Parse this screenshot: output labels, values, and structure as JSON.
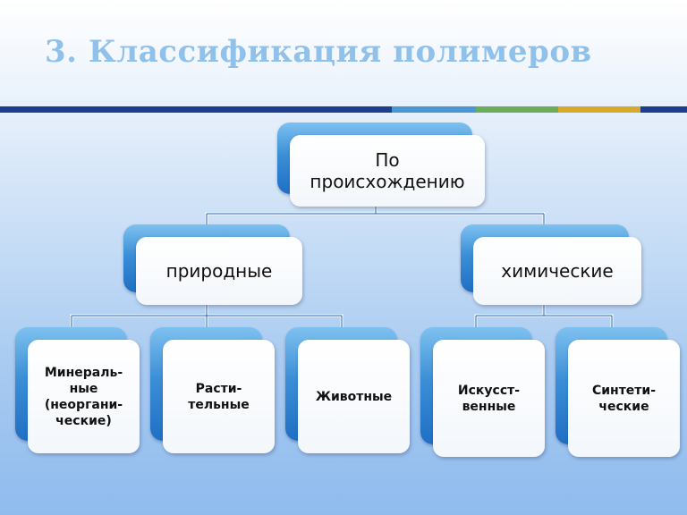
{
  "title": "3. Классификация полимеров",
  "colors": {
    "title": "#8fc1ea",
    "accent_navy": "#1b3f8c",
    "accent_blue": "#4a96d2",
    "accent_green": "#6aae5a",
    "accent_gold": "#d4a92c",
    "node_blue": "#2f86d0"
  },
  "diagram": {
    "root": "По\nпроисхождению",
    "natural": "природные",
    "chemical": "химические",
    "mineral": "Минераль-\nные\n(неоргани-\nческие)",
    "plant": "Расти-\nтельные",
    "animal": "Животные",
    "artificial": "Искусст-\nвенные",
    "synthetic": "Синтети-\nческие"
  }
}
